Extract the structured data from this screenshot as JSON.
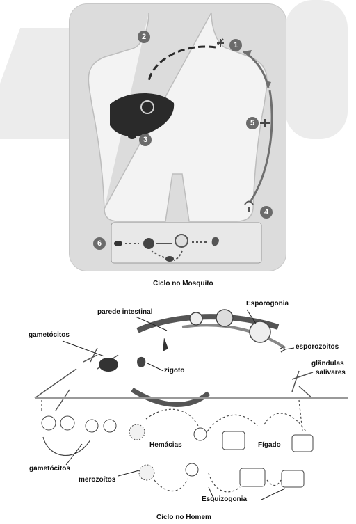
{
  "steps": [
    "1",
    "2",
    "3",
    "4",
    "5",
    "6"
  ],
  "titles": {
    "mosquito_cycle": "Ciclo no Mosquito",
    "human_cycle": "Ciclo no Homem"
  },
  "labels": {
    "parede_intestinal": "parede intestinal",
    "esporogonia": "Esporogonia",
    "gametocitos_top": "gametócitos",
    "esporozoitos": "esporozoitos",
    "zigoto": "zigoto",
    "glandulas": "glândulas",
    "salivares": "salivares",
    "hemacias": "Hemácias",
    "figado": "Fígado",
    "gametocitos_bottom": "gametócitos",
    "merozoitos": "merozoítos",
    "esquizogonia": "Esquizogonia"
  },
  "colors": {
    "panel": "#dcdcdc",
    "liver": "#2a2a2a",
    "badge": "#6b6b6b",
    "line": "#333333"
  }
}
